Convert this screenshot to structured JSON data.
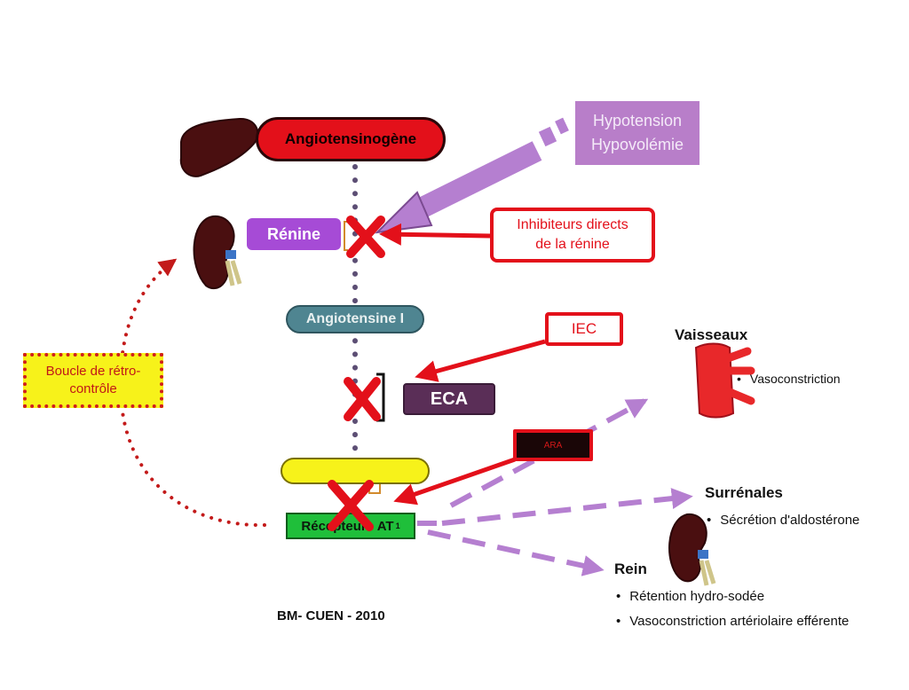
{
  "boxes": {
    "angiotensinogene": "Angiotensinogène",
    "renine": "Rénine",
    "angiotensine_1": "Angiotensine I",
    "eca": "ECA",
    "angiotensine_2": "",
    "recepteurs": "Récepteurs AT",
    "recepteurs_sub": "1"
  },
  "triggers": {
    "line1": "Hypotension",
    "line2": "Hypovolémie"
  },
  "inhibitors": {
    "direct_line1": "Inhibiteurs directs",
    "direct_line2": "de la rénine",
    "iec": "IEC",
    "ara2": "ARA"
  },
  "feedback": {
    "line1": "Boucle de rétro-",
    "line2": "contrôle"
  },
  "targets": {
    "vaisseaux": {
      "title": "Vaisseaux",
      "items": [
        "Vasoconstriction"
      ]
    },
    "surrenales": {
      "title": "Surrénales",
      "items": [
        "Sécrétion d'aldostérone"
      ]
    },
    "rein": {
      "title": "Rein",
      "items": [
        "Rétention hydro-sodée",
        "Vasoconstriction artériolaire efférente"
      ]
    }
  },
  "credit": "BM- CUEN - 2010",
  "colors": {
    "red": "#e3101a",
    "purple_arrow": "#b57fd0",
    "renine": "#a64bd6",
    "angiotensine_1": "#4f8591",
    "eca": "#5a2e57",
    "yellow": "#f7f21a",
    "green": "#1fbf3a",
    "trigger_box": "#b87ec9",
    "feedback_border": "#d01e1e",
    "dots": "#5c4e74"
  },
  "icons": [
    "liver-icon",
    "kidney-icon",
    "vessel-icon",
    "cross-icon"
  ]
}
